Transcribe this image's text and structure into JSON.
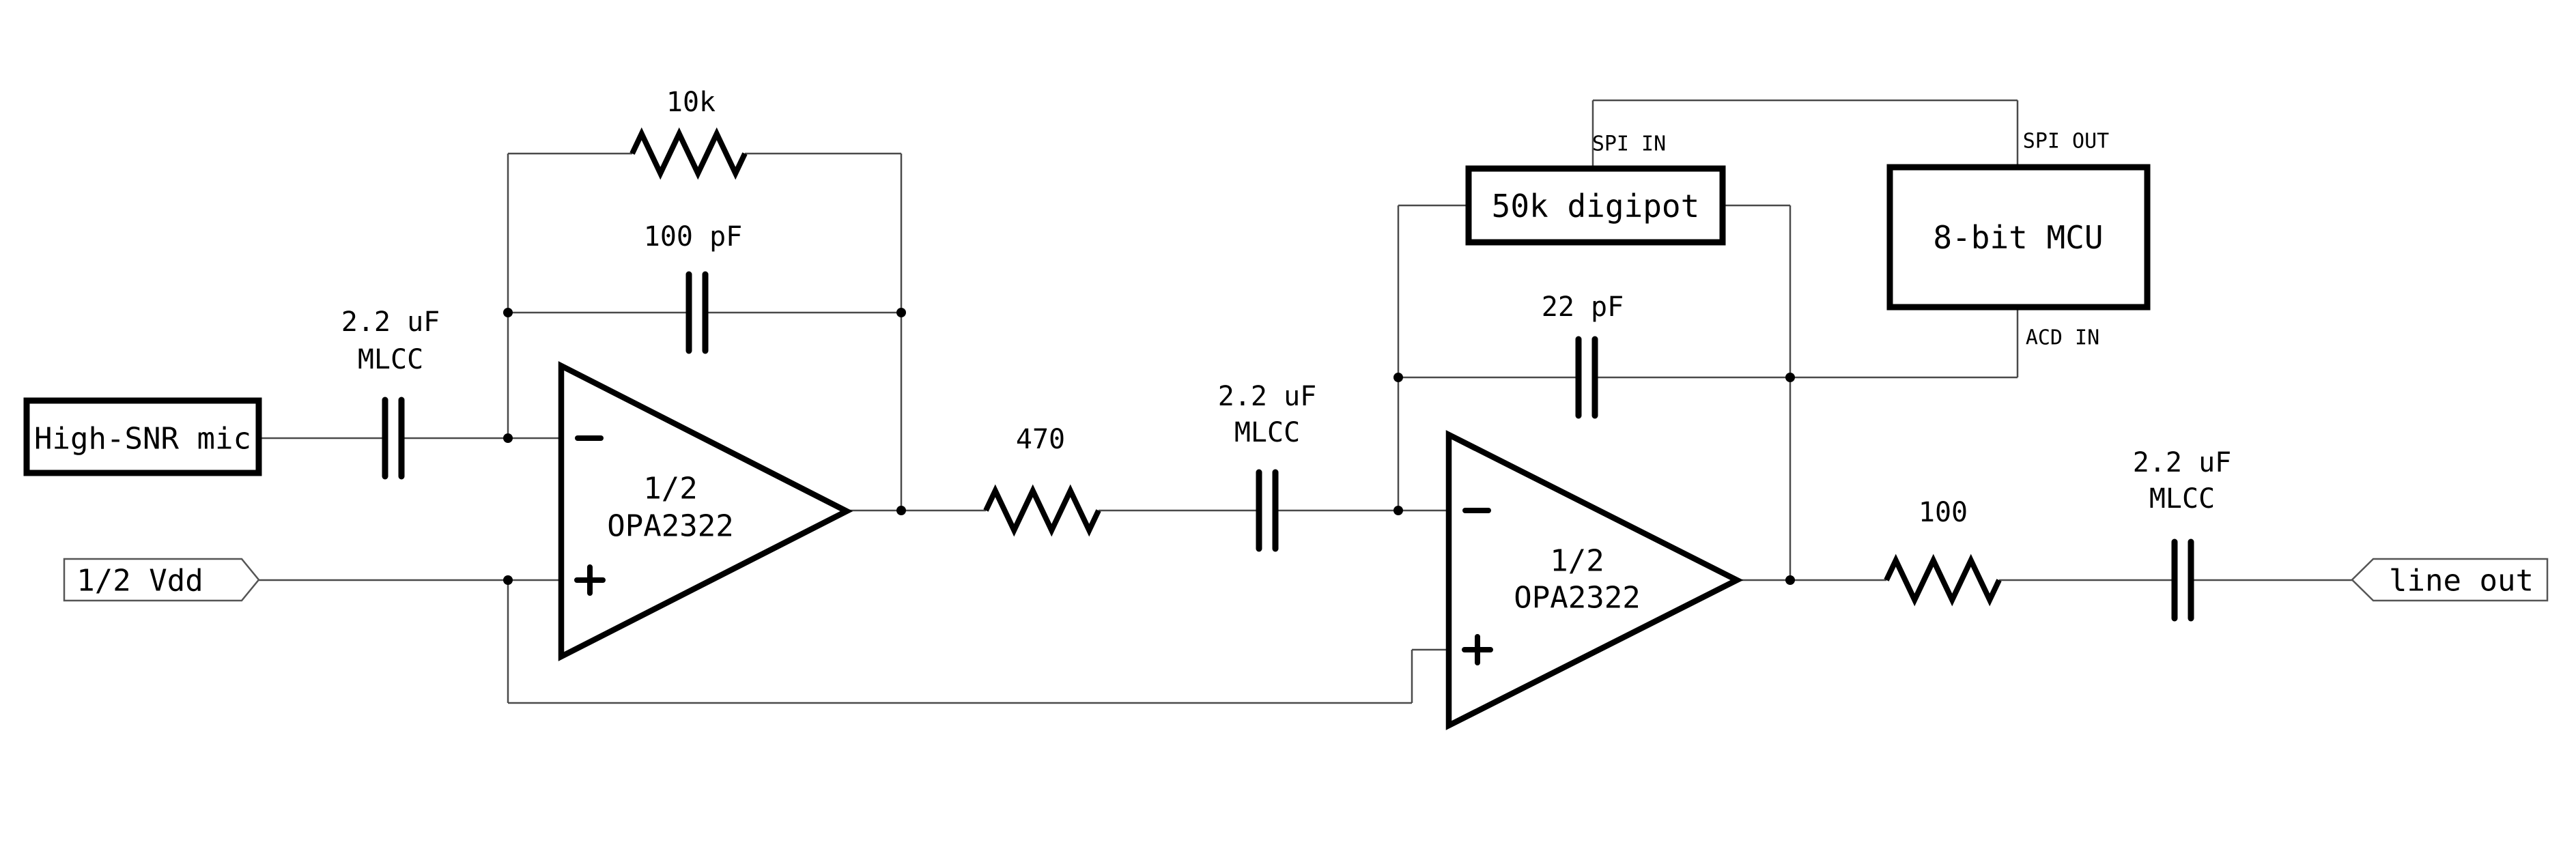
{
  "diagram": {
    "source": {
      "label": "High-SNR mic"
    },
    "vdd_flag": {
      "label": "1/2 Vdd"
    },
    "stage1": {
      "input_cap": {
        "value": "2.2 uF",
        "type": "MLCC"
      },
      "feedback_resistor": {
        "value": "10k"
      },
      "feedback_cap": {
        "value": "100 pF"
      },
      "opamp": {
        "designator": "1/2",
        "part": "OPA2322"
      }
    },
    "interstage": {
      "series_resistor": {
        "value": "470"
      },
      "coupling_cap": {
        "value": "2.2 uF",
        "type": "MLCC"
      }
    },
    "stage2": {
      "digipot": {
        "label": "50k digipot"
      },
      "comp_cap": {
        "value": "22 pF"
      },
      "opamp": {
        "designator": "1/2",
        "part": "OPA2322"
      }
    },
    "mcu": {
      "label": "8-bit MCU",
      "spi_in": "SPI IN",
      "spi_out": "SPI OUT",
      "acd_in": "ACD IN"
    },
    "output": {
      "series_resistor": {
        "value": "100"
      },
      "output_cap": {
        "value": "2.2 uF",
        "type": "MLCC"
      },
      "flag": {
        "label": "line out"
      }
    }
  }
}
